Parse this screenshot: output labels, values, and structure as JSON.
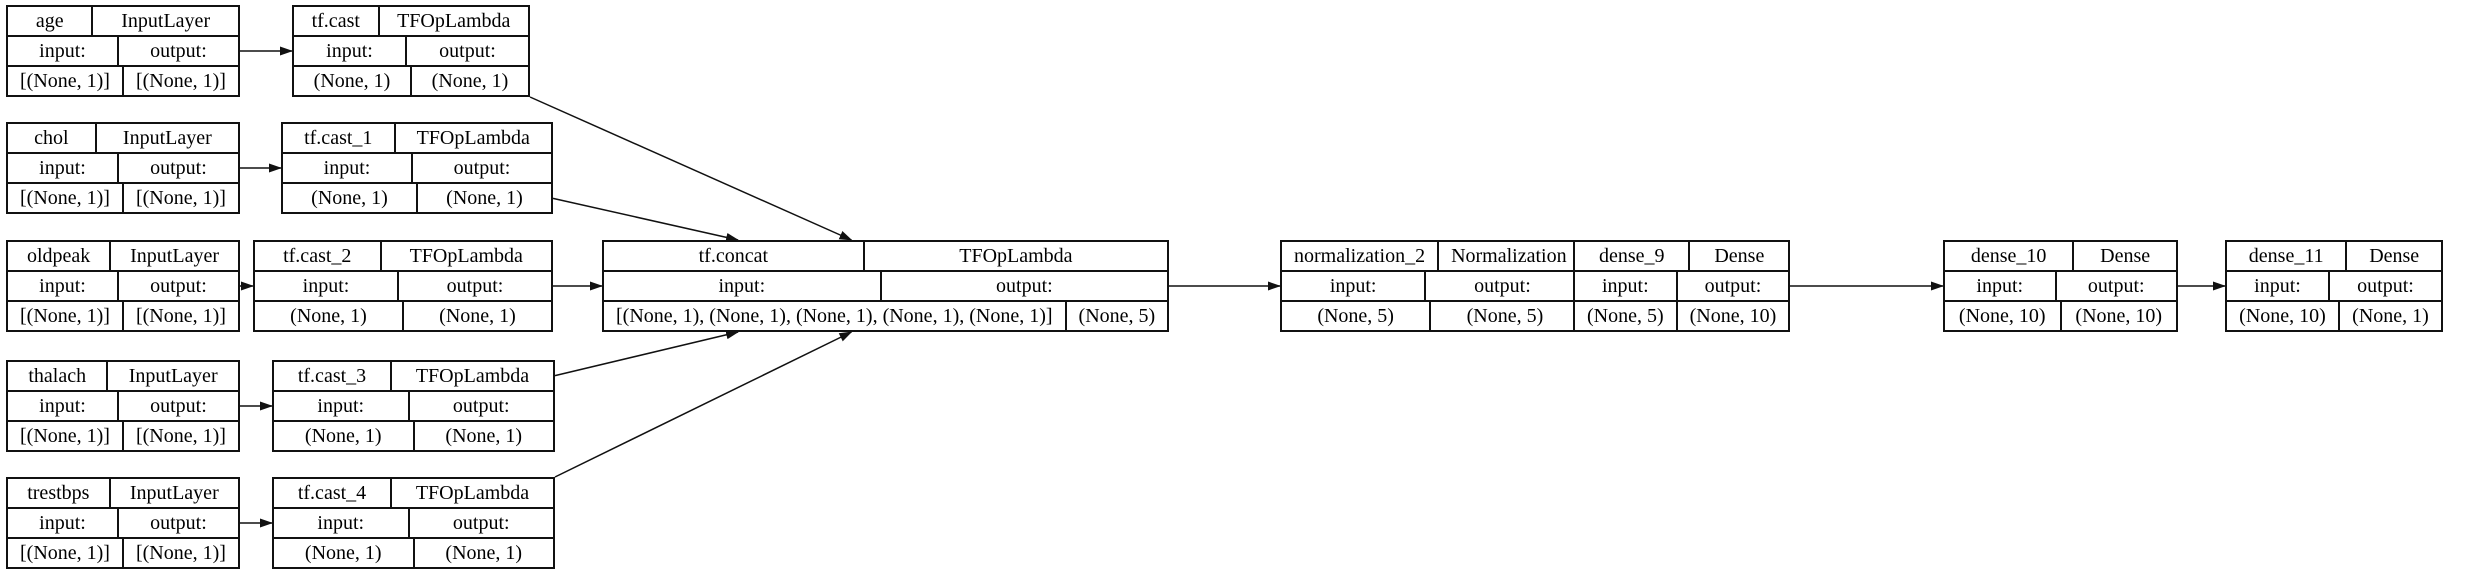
{
  "diagram": {
    "background_color": "#ffffff",
    "border_color": "#111111",
    "text_color": "#000000"
  },
  "labels": {
    "input": "input:",
    "output": "output:"
  },
  "nodes": [
    {
      "id": "age",
      "name": "age",
      "type": "InputLayer",
      "input_shape": "[(None, 1)]",
      "output_shape": "[(None, 1)]"
    },
    {
      "id": "tf_cast",
      "name": "tf.cast",
      "type": "TFOpLambda",
      "input_shape": "(None, 1)",
      "output_shape": "(None, 1)"
    },
    {
      "id": "chol",
      "name": "chol",
      "type": "InputLayer",
      "input_shape": "[(None, 1)]",
      "output_shape": "[(None, 1)]"
    },
    {
      "id": "tf_cast_1",
      "name": "tf.cast_1",
      "type": "TFOpLambda",
      "input_shape": "(None, 1)",
      "output_shape": "(None, 1)"
    },
    {
      "id": "oldpeak",
      "name": "oldpeak",
      "type": "InputLayer",
      "input_shape": "[(None, 1)]",
      "output_shape": "[(None, 1)]"
    },
    {
      "id": "tf_cast_2",
      "name": "tf.cast_2",
      "type": "TFOpLambda",
      "input_shape": "(None, 1)",
      "output_shape": "(None, 1)"
    },
    {
      "id": "tf_concat",
      "name": "tf.concat",
      "type": "TFOpLambda",
      "input_shape": "[(None, 1), (None, 1), (None, 1), (None, 1), (None, 1)]",
      "output_shape": "(None, 5)"
    },
    {
      "id": "normalization_2",
      "name": "normalization_2",
      "type": "Normalization",
      "input_shape": "(None, 5)",
      "output_shape": "(None, 5)"
    },
    {
      "id": "dense_9",
      "name": "dense_9",
      "type": "Dense",
      "input_shape": "(None, 5)",
      "output_shape": "(None, 10)"
    },
    {
      "id": "dense_10",
      "name": "dense_10",
      "type": "Dense",
      "input_shape": "(None, 10)",
      "output_shape": "(None, 10)"
    },
    {
      "id": "dense_11",
      "name": "dense_11",
      "type": "Dense",
      "input_shape": "(None, 10)",
      "output_shape": "(None, 1)"
    },
    {
      "id": "thalach",
      "name": "thalach",
      "type": "InputLayer",
      "input_shape": "[(None, 1)]",
      "output_shape": "[(None, 1)]"
    },
    {
      "id": "tf_cast_3",
      "name": "tf.cast_3",
      "type": "TFOpLambda",
      "input_shape": "(None, 1)",
      "output_shape": "(None, 1)"
    },
    {
      "id": "trestbps",
      "name": "trestbps",
      "type": "InputLayer",
      "input_shape": "[(None, 1)]",
      "output_shape": "[(None, 1)]"
    },
    {
      "id": "tf_cast_4",
      "name": "tf.cast_4",
      "type": "TFOpLambda",
      "input_shape": "(None, 1)",
      "output_shape": "(None, 1)"
    }
  ],
  "edges": [
    {
      "from": "age",
      "from_side": "right",
      "from_frac": 0.5,
      "to": "tf_cast",
      "to_side": "left",
      "to_frac": 0.5
    },
    {
      "from": "chol",
      "from_side": "right",
      "from_frac": 0.5,
      "to": "tf_cast_1",
      "to_side": "left",
      "to_frac": 0.5
    },
    {
      "from": "oldpeak",
      "from_side": "right",
      "from_frac": 0.5,
      "to": "tf_cast_2",
      "to_side": "left",
      "to_frac": 0.5
    },
    {
      "from": "thalach",
      "from_side": "right",
      "from_frac": 0.5,
      "to": "tf_cast_3",
      "to_side": "left",
      "to_frac": 0.5
    },
    {
      "from": "trestbps",
      "from_side": "right",
      "from_frac": 0.5,
      "to": "tf_cast_4",
      "to_side": "left",
      "to_frac": 0.5
    },
    {
      "from": "tf_cast",
      "from_side": "right",
      "from_frac": 1.0,
      "to": "tf_concat",
      "to_side": "top",
      "to_frac": 0.44
    },
    {
      "from": "tf_cast_1",
      "from_side": "right",
      "from_frac": 0.83,
      "to": "tf_concat",
      "to_side": "top",
      "to_frac": 0.24
    },
    {
      "from": "tf_cast_2",
      "from_side": "right",
      "from_frac": 0.5,
      "to": "tf_concat",
      "to_side": "left",
      "to_frac": 0.5
    },
    {
      "from": "tf_cast_3",
      "from_side": "right",
      "from_frac": 0.17,
      "to": "tf_concat",
      "to_side": "bottom",
      "to_frac": 0.24
    },
    {
      "from": "tf_cast_4",
      "from_side": "right",
      "from_frac": 0.0,
      "to": "tf_concat",
      "to_side": "bottom",
      "to_frac": 0.44
    },
    {
      "from": "tf_concat",
      "from_side": "right",
      "from_frac": 0.5,
      "to": "normalization_2",
      "to_side": "left",
      "to_frac": 0.5
    },
    {
      "from": "normalization_2",
      "from_side": "right",
      "from_frac": 0.5,
      "to": "dense_9",
      "to_side": "left",
      "to_frac": 0.5
    },
    {
      "from": "dense_9",
      "from_side": "right",
      "from_frac": 0.5,
      "to": "dense_10",
      "to_side": "left",
      "to_frac": 0.5
    },
    {
      "from": "dense_10",
      "from_side": "right",
      "from_frac": 0.5,
      "to": "dense_11",
      "to_side": "left",
      "to_frac": 0.5
    }
  ]
}
